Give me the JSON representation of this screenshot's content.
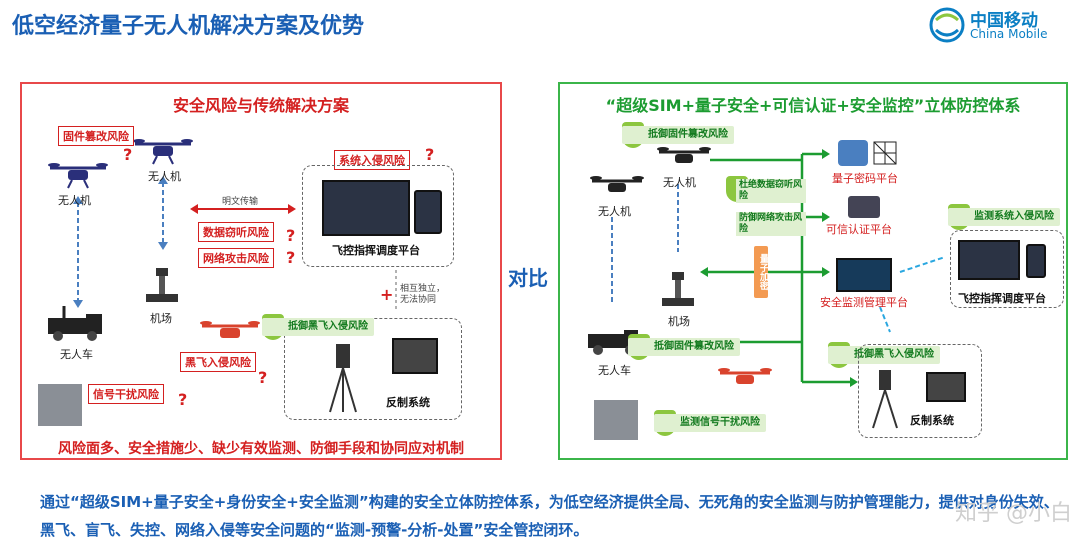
{
  "title": "低空经济量子无人机解决方案及优势",
  "logo": {
    "cn": "中国移动",
    "en": "China Mobile"
  },
  "left_panel": {
    "header": "安全风险与传统解决方案",
    "risks": {
      "firmware": "固件篡改风险",
      "intrusion": "系统入侵风险",
      "eavesdrop": "数据窃听风险",
      "network_attack": "网络攻击风险",
      "black_fly": "黑飞入侵风险",
      "jamming": "信号干扰风险"
    },
    "question_mark": "?",
    "labels": {
      "drone1": "无人机",
      "drone2": "无人机",
      "vehicle": "无人车",
      "airport": "机场",
      "cleartext": "明文传输",
      "flight_platform": "飞控指挥调度平台",
      "independent": "相互独立，",
      "no_coop": "无法协同",
      "countermeasure": "反制系统",
      "resist_black_fly": "抵御黑飞入侵风险",
      "cross": "+"
    },
    "footer": "风险面多、安全措施少、缺少有效监测、防御手段和协同应对机制"
  },
  "vs_label": "对比",
  "right_panel": {
    "header": "“超级SIM+量子安全+可信认证+安全监控”立体防控体系",
    "badges": {
      "resist_firmware_top": "抵御固件篡改风险",
      "resist_eavesdrop": "杜绝数据窃听风险",
      "resist_network": "防御网络攻击风险",
      "resist_firmware_bottom": "抵御固件篡改风险",
      "monitor_jamming": "监测信号干扰风险",
      "monitor_intrusion": "监测系统入侵风险",
      "resist_black_fly": "抵御黑飞入侵风险"
    },
    "labels": {
      "drone_top": "无人机",
      "drone_left": "无人机",
      "airport": "机场",
      "vehicle": "无人车",
      "quantum_encrypt": "量子加密",
      "quantum_key": "量子密码平台",
      "trusted_auth": "可信认证平台",
      "security_monitor": "安全监测管理平台",
      "flight_platform": "飞控指挥调度平台",
      "countermeasure": "反制系统"
    }
  },
  "summary": "通过“超级SIM+量子安全+身份安全+安全监测”构建的安全立体防控体系，为低空经济提供全局、无死角的安全监测与防护管理能力，提供对身份失效、黑飞、盲飞、失控、网络入侵等安全问题的“监测-预警-分析-处置”安全管控闭环。",
  "watermark": "知乎 @小白",
  "colors": {
    "title_blue": "#1a5fb4",
    "risk_red": "#d42020",
    "safe_green": "#1c9c31",
    "badge_bg": "#dff0d0"
  }
}
